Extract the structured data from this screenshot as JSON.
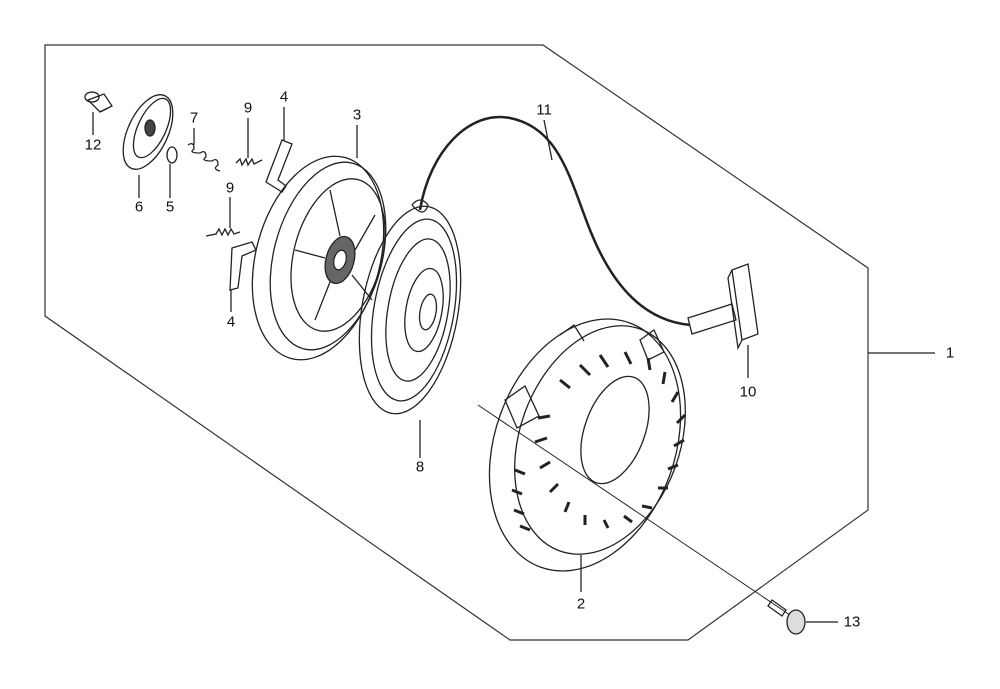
{
  "diagram": {
    "title": "Recoil starter exploded view",
    "callouts": [
      {
        "id": "c1",
        "text": "1"
      },
      {
        "id": "c2",
        "text": "2"
      },
      {
        "id": "c3",
        "text": "3"
      },
      {
        "id": "c4a",
        "text": "4"
      },
      {
        "id": "c4b",
        "text": "4"
      },
      {
        "id": "c5",
        "text": "5"
      },
      {
        "id": "c6",
        "text": "6"
      },
      {
        "id": "c7",
        "text": "7"
      },
      {
        "id": "c8",
        "text": "8"
      },
      {
        "id": "c9a",
        "text": "9"
      },
      {
        "id": "c9b",
        "text": "9"
      },
      {
        "id": "c10",
        "text": "10"
      },
      {
        "id": "c11",
        "text": "11"
      },
      {
        "id": "c12",
        "text": "12"
      },
      {
        "id": "c13",
        "text": "13"
      }
    ]
  }
}
